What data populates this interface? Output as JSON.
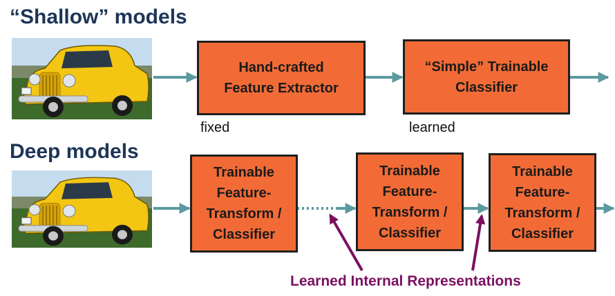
{
  "headings": {
    "shallow": "“Shallow” models",
    "deep": "Deep models"
  },
  "images": [
    {
      "name": "car-photo",
      "alt": "yellow vintage car"
    },
    {
      "name": "car-photo",
      "alt": "yellow vintage car"
    }
  ],
  "shallow_row": {
    "extractor": [
      "Hand-crafted",
      "Feature Extractor"
    ],
    "classifier": [
      "“Simple” Trainable",
      "Classifier"
    ],
    "extractor_note": "fixed",
    "classifier_note": "learned"
  },
  "deep_row": {
    "blocks": [
      [
        "Trainable",
        "Feature-",
        "Transform /",
        "Classifier"
      ],
      [
        "Trainable",
        "Feature-",
        "Transform /",
        "Classifier"
      ],
      [
        "Trainable",
        "Feature-",
        "Transform /",
        "Classifier"
      ]
    ]
  },
  "caption": "Learned Internal Representations",
  "colors": {
    "box_fill": "#f26b36",
    "box_border": "#1f1f1f",
    "arrow": "#5b9aa0",
    "caption": "#7b1060",
    "heading": "#1d3557"
  }
}
